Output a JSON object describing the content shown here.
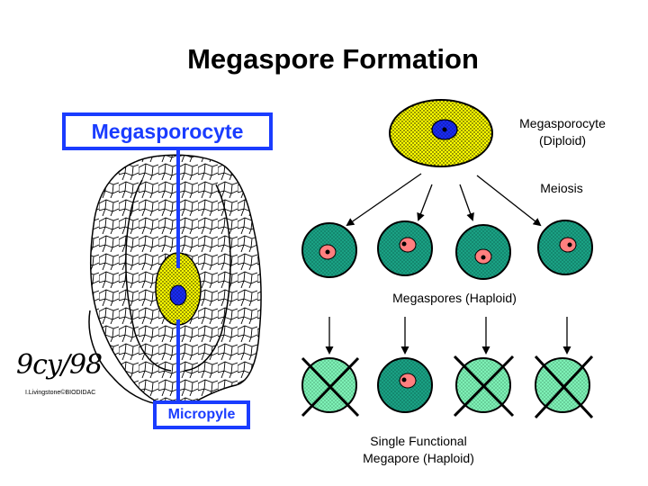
{
  "title": "Megaspore Formation",
  "left_panel": {
    "top_label": "Megasporocyte",
    "bottom_label": "Micropyle",
    "signature": "9cy/98",
    "credit": "I.Livingstone©BIODIDAC"
  },
  "right_panel": {
    "megasporocyte_label_line1": "Megasporocyte",
    "megasporocyte_label_line2": "(Diploid)",
    "meiosis_label": "Meiosis",
    "megaspores_label": "Megaspores (Haploid)",
    "functional_label_line1": "Single Functional",
    "functional_label_line2": "Megapore (Haploid)"
  },
  "colors": {
    "diploid_cell": "#ffff00",
    "haploid_cell": "#1aa184",
    "degenerate_cell": "#7ef1b6",
    "nucleus_haploid": "#ff7f7f",
    "nucleus_diploid": "#1a2cf0",
    "label_blue": "#1a3cff"
  }
}
